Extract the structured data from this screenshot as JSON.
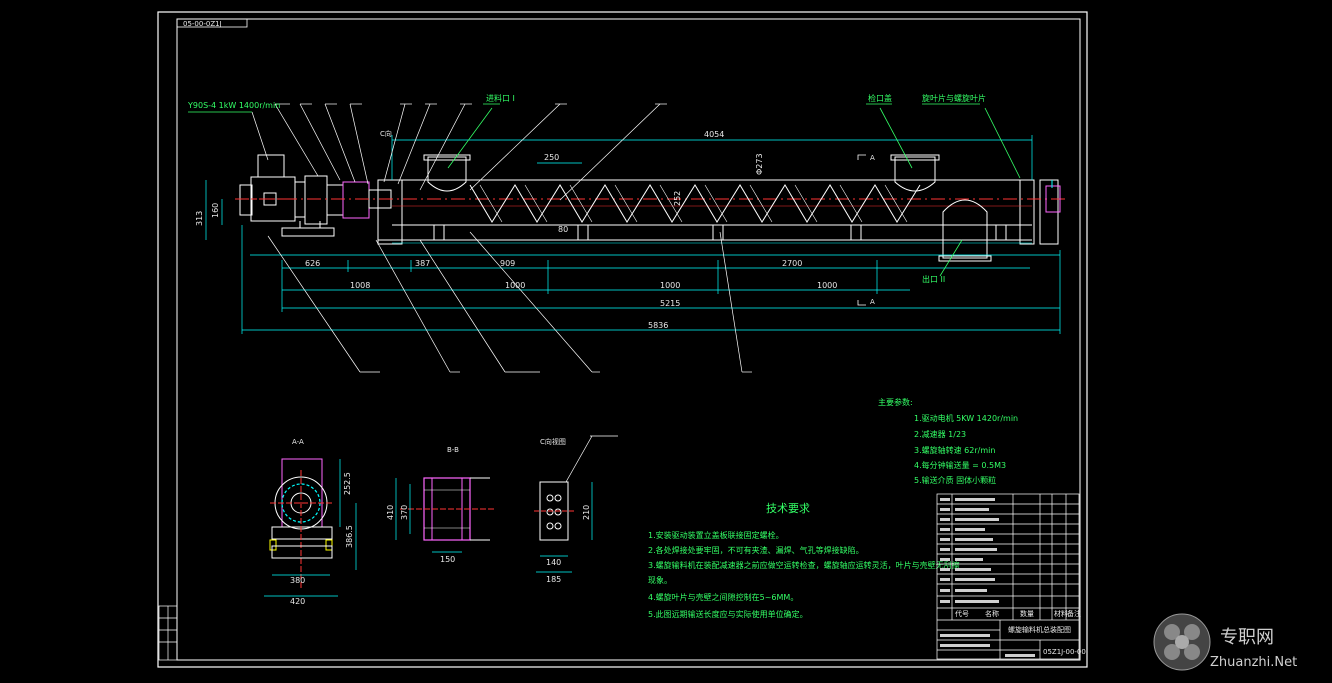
{
  "drawing": {
    "corner_tag": "05-00-0Z1J",
    "callouts_top": {
      "motor_note": "Y90S-4 1kW 1400r/min",
      "feed_port_1": "进料口 I",
      "inspection_cover": "检口盖",
      "blade": "旋叶片与螺旋叶片"
    },
    "dimensions": {
      "total_inner": "4054",
      "pitch": "250",
      "d_blade": "Φ273",
      "motor_h1": "160",
      "motor_h2": "313",
      "seg_a": "626",
      "seg_b": "387",
      "seg_c": "909",
      "seg_d": "2700",
      "span_1": "1008",
      "span_2": "1000",
      "span_3": "1000",
      "span_4": "1000",
      "len_1": "5215",
      "len_2": "5836",
      "small": "80",
      "small_b": "252"
    },
    "section_markers": {
      "a_top": "A",
      "a_bot": "A",
      "c": "C向"
    },
    "discharge_label": "出口 II",
    "views": {
      "aa": {
        "title": "A-A",
        "d1": "252.5",
        "d2": "386.5",
        "w1": "380",
        "w2": "420"
      },
      "bb": {
        "title": "B-B",
        "h1": "410",
        "h2": "370",
        "w1": "150"
      },
      "c": {
        "title": "C向视图",
        "h1": "210",
        "w1": "140",
        "w2": "185"
      }
    },
    "params": {
      "title": "主要参数:",
      "lines": [
        "1.驱动电机      5KW        1420r/min",
        "2.减速器        1/23",
        "3.螺旋轴转速                62r/min",
        "4.每分钟输送量 = 0.5M3",
        "5.输送介质      固体小颗粒"
      ]
    },
    "tech": {
      "title": "技术要求",
      "lines": [
        "1.安装驱动装置立盖板联接固定螺栓。",
        "2.各处焊接处要牢固，不可有夹渣、漏焊、气孔等焊接缺陷。",
        "3.螺旋输料机在装配减速器之前应做空运转检查，螺旋轴应运转灵活，叶片与壳壁无刮擦",
        "   现象。",
        "4.螺旋叶片与壳壁之间隙控制在5~6MM。",
        "5.此图远期输送长度应与实际使用单位确定。"
      ]
    },
    "title_block": {
      "name": "螺旋输料机总装配图",
      "drawing_no": "05Z1J-00-00",
      "head_cols": [
        "代号",
        "名称",
        "数量",
        "材料",
        "备注"
      ]
    },
    "watermark": {
      "cn": "专职网",
      "en": "Zhuanzhi.Net"
    },
    "colors": {
      "background": "#000000",
      "line": "#ffffff",
      "dimension": "#00ffff",
      "center": "#ff3333",
      "leader": "#33ff66",
      "highlight": "#ff66ff",
      "section": "#ffff00"
    }
  }
}
